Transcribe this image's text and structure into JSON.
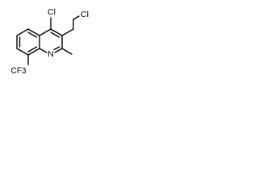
{
  "molecule": {
    "labels": {
      "chloro_ring": "Cl",
      "chloro_chain": "Cl",
      "ring_nitrogen": "N",
      "trifluoromethyl": "CF3"
    },
    "colors": {
      "bond": "#000000",
      "label": "#000000",
      "background": "#ffffff"
    }
  }
}
